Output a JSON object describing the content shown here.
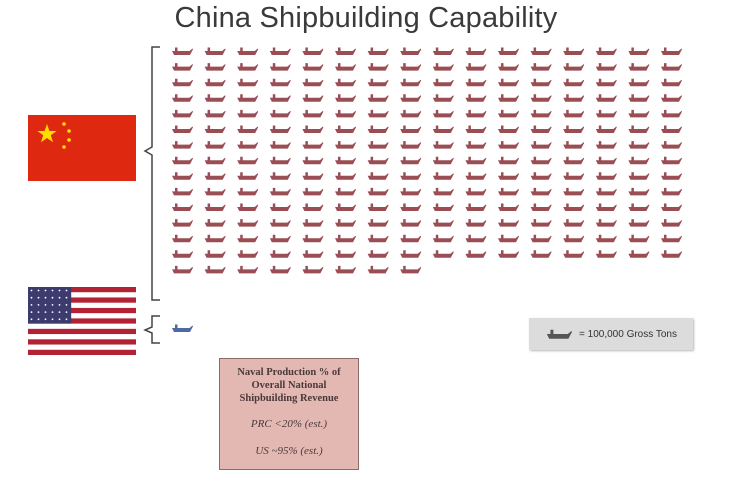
{
  "title": "China Shipbuilding Capability",
  "legend": {
    "label": "= 100,000 Gross Tons",
    "icon": "ship-icon"
  },
  "info_box": {
    "heading": "Naval Production % of\nOverall National\nShipbuilding Revenue",
    "line1": "PRC <20% (est.)",
    "line2": "US ~95% (est.)"
  },
  "colors": {
    "china_ship": "#9a4e54",
    "us_ship": "#4f6aa0",
    "china_flag": "#de2910",
    "china_star": "#ffde00",
    "us_blue": "#3c3b6e",
    "us_red": "#b22234"
  },
  "chart_data": {
    "type": "pictograph",
    "title": "China Shipbuilding Capability",
    "unit": "100,000 Gross Tons",
    "categories": [
      "China",
      "United States"
    ],
    "values": [
      232,
      1
    ],
    "icons_per_row": 16
  }
}
